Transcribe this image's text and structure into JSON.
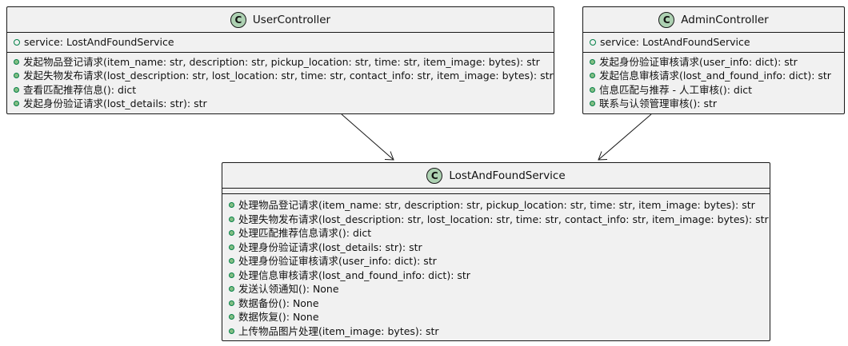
{
  "user_controller": {
    "badge": "C",
    "name": "UserController",
    "attributes": [
      "service: LostAndFoundService"
    ],
    "methods": [
      "发起物品登记请求(item_name: str, description: str, pickup_location: str, time: str, item_image: bytes): str",
      "发起失物发布请求(lost_description: str, lost_location: str, time: str, contact_info: str, item_image: bytes): str",
      "查看匹配推荐信息(): dict",
      "发起身份验证请求(lost_details: str): str"
    ]
  },
  "admin_controller": {
    "badge": "C",
    "name": "AdminController",
    "attributes": [
      "service: LostAndFoundService"
    ],
    "methods": [
      "发起身份验证审核请求(user_info: dict): str",
      "发起信息审核请求(lost_and_found_info: dict): str",
      "信息匹配与推荐 - 人工审核(): dict",
      "联系与认领管理审核(): str"
    ]
  },
  "lost_and_found_service": {
    "badge": "C",
    "name": "LostAndFoundService",
    "methods": [
      "处理物品登记请求(item_name: str, description: str, pickup_location: str, time: str, item_image: bytes): str",
      "处理失物发布请求(lost_description: str, lost_location: str, time: str, contact_info: str, item_image: bytes): str",
      "处理匹配推荐信息请求(): dict",
      "处理身份验证请求(lost_details: str): str",
      "处理身份验证审核请求(user_info: dict): str",
      "处理信息审核请求(lost_and_found_info: dict): str",
      "发送认领通知(): None",
      "数据备份(): None",
      "数据恢复(): None",
      "上传物品图片处理(item_image: bytes): str"
    ]
  },
  "colors": {
    "class_fill": "#f1f1f1",
    "border": "#181818",
    "badge_fill": "#add1b2",
    "visibility_green": "#038048",
    "visibility_fill": "#84be84"
  }
}
